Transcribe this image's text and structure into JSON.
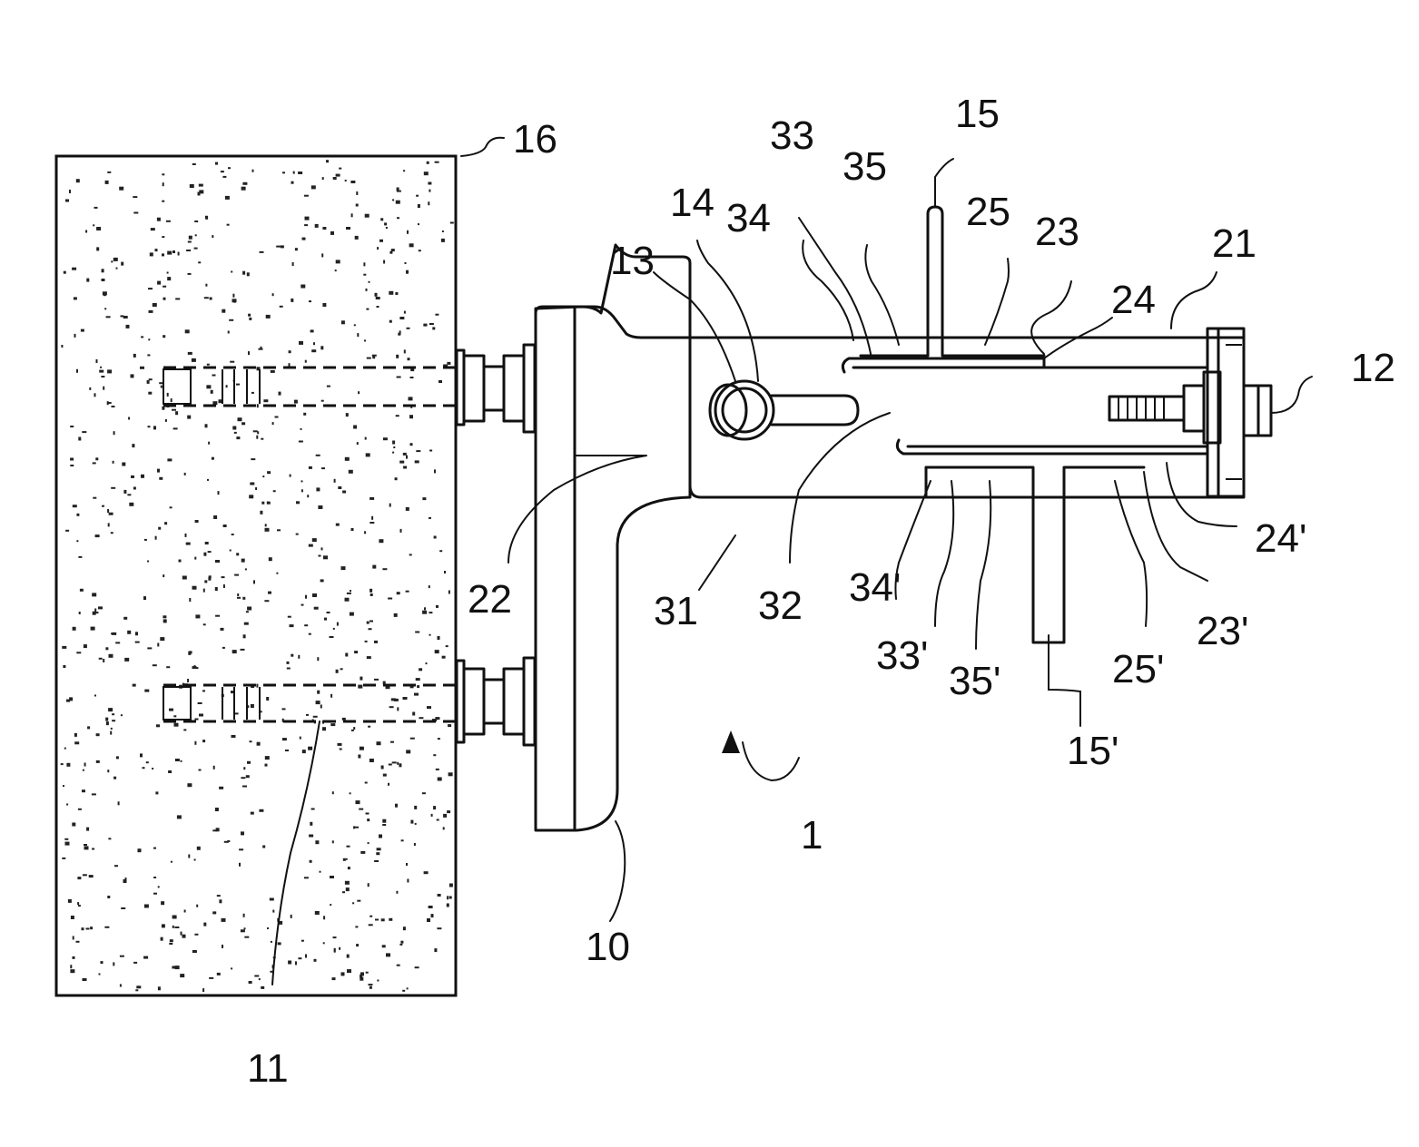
{
  "figure": {
    "type": "patent-drawing",
    "subject": "wall-mounted bracket assembly with adjustable slotted arm",
    "colors": {
      "line": "#111111",
      "background": "#ffffff"
    },
    "labels": [
      {
        "id": "16",
        "text": "16",
        "part": "wall"
      },
      {
        "id": "11",
        "text": "11",
        "part": "anchor-bolt"
      },
      {
        "id": "10",
        "text": "10",
        "part": "wall-bracket"
      },
      {
        "id": "22",
        "text": "22",
        "part": "bracket-plate"
      },
      {
        "id": "1",
        "text": "1",
        "part": "assembly"
      },
      {
        "id": "13",
        "text": "13",
        "part": "pivot-bolt"
      },
      {
        "id": "14",
        "text": "14",
        "part": "slot"
      },
      {
        "id": "34",
        "text": "34",
        "part": "upper-hook"
      },
      {
        "id": "33",
        "text": "33",
        "part": "upper-groove"
      },
      {
        "id": "35",
        "text": "35",
        "part": "upper-engagement"
      },
      {
        "id": "15",
        "text": "15",
        "part": "upper-t-profile"
      },
      {
        "id": "25",
        "text": "25",
        "part": "upper-right-engagement"
      },
      {
        "id": "23",
        "text": "23",
        "part": "upper-right-groove"
      },
      {
        "id": "24",
        "text": "24",
        "part": "upper-right-hook"
      },
      {
        "id": "21",
        "text": "21",
        "part": "outer-housing"
      },
      {
        "id": "12",
        "text": "12",
        "part": "adjusting-screw"
      },
      {
        "id": "31",
        "text": "31",
        "part": "arm-body"
      },
      {
        "id": "32",
        "text": "32",
        "part": "inner-arm"
      },
      {
        "id": "34p",
        "text": "34'",
        "part": "lower-hook"
      },
      {
        "id": "33p",
        "text": "33'",
        "part": "lower-groove"
      },
      {
        "id": "35p",
        "text": "35'",
        "part": "lower-engagement"
      },
      {
        "id": "15p",
        "text": "15'",
        "part": "lower-t-profile"
      },
      {
        "id": "25p",
        "text": "25'",
        "part": "lower-right-engagement"
      },
      {
        "id": "23p",
        "text": "23'",
        "part": "lower-right-groove"
      },
      {
        "id": "24p",
        "text": "24'",
        "part": "lower-right-hook"
      }
    ]
  }
}
